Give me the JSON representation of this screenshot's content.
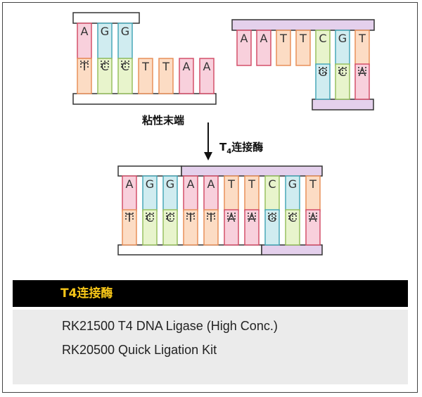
{
  "colors": {
    "A": {
      "fill": "#f8d0dc",
      "stroke": "#d4506a"
    },
    "G": {
      "fill": "#d0ecf0",
      "stroke": "#48a8b8"
    },
    "T": {
      "fill": "#fcdcc4",
      "stroke": "#e8905a"
    },
    "C": {
      "fill": "#e8f4cc",
      "stroke": "#98c060"
    },
    "white_backbone": "#ffffff",
    "purple_backbone": "#e4d0ec",
    "backbone_stroke": "#333333",
    "product_accent": "#f5c518"
  },
  "fragment1": {
    "top_bases": [
      "A",
      "G",
      "G"
    ],
    "bottom_bases": [
      "T",
      "C",
      "C",
      "T",
      "T",
      "A",
      "A"
    ]
  },
  "fragment2": {
    "top_bases": [
      "A",
      "A",
      "T",
      "T",
      "C",
      "G",
      "T"
    ],
    "bottom_bases": [
      "G",
      "C",
      "A"
    ]
  },
  "ligated": {
    "top_bases": [
      "A",
      "G",
      "G",
      "A",
      "A",
      "T",
      "T",
      "C",
      "G",
      "T"
    ],
    "bottom_bases": [
      "T",
      "C",
      "C",
      "T",
      "T",
      "A",
      "A",
      "G",
      "C",
      "A"
    ]
  },
  "labels": {
    "sticky_end": "粘性末端",
    "enzyme_prefix": "T",
    "enzyme_subscript": "4",
    "enzyme_suffix": "连接酶"
  },
  "products": {
    "header": "T4连接酶",
    "items": [
      "RK21500 T4 DNA Ligase (High Conc.)",
      "RK20500 Quick Ligation Kit"
    ]
  }
}
